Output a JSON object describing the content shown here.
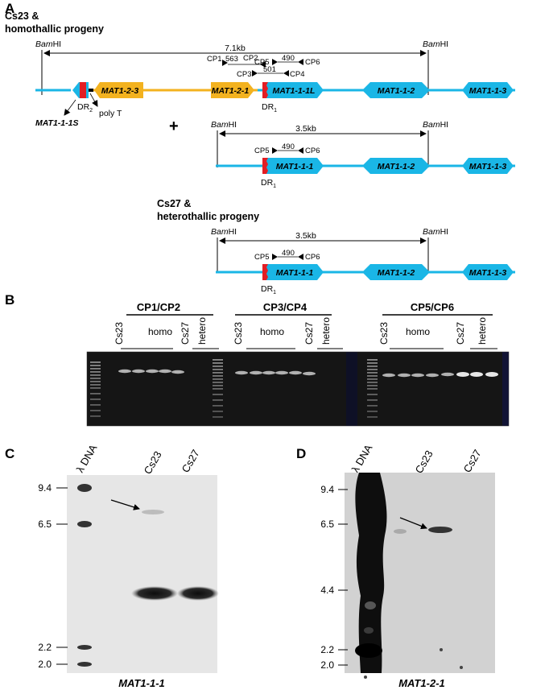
{
  "panelA": {
    "letter": "A",
    "strain1": {
      "line1": "Cs23 &",
      "line2": "homothallic progeny"
    },
    "strain2": {
      "line1": "Cs27 &",
      "line2": "heterothallic progeny"
    },
    "bam": "Bam",
    "hi": "HI",
    "size_long": "7.1kb",
    "size_short": "3.5kb",
    "plus": "+",
    "genes": {
      "mat123": "MAT1-2-3",
      "mat121": "MAT1-2-1",
      "mat111L": "MAT1-1-1L",
      "mat112": "MAT1-1-2",
      "mat113": "MAT1-1-3",
      "mat111": "MAT1-1-1",
      "mat111S": "MAT1-1-1S"
    },
    "dr2": "DR",
    "dr2_sub": "2",
    "dr1": "DR",
    "dr1_sub": "1",
    "polyT": "poly T",
    "primers": {
      "cp1": "CP1",
      "cp2": "CP2",
      "cp3": "CP3",
      "cp4": "CP4",
      "cp5": "CP5",
      "cp6": "CP6",
      "p563": "563",
      "p501": "501",
      "p490": "490"
    },
    "colors": {
      "blue": "#1ab6e6",
      "orange": "#f3b21f",
      "red": "#e31e24"
    }
  },
  "panelB": {
    "letter": "B",
    "groups": [
      "CP1/CP2",
      "CP3/CP4",
      "CP5/CP6"
    ],
    "lanes": [
      "Cs23",
      "homo",
      "Cs27",
      "hetero"
    ]
  },
  "panelC": {
    "letter": "C",
    "ladder_label": "λ DNA",
    "lane1": "Cs23",
    "lane2": "Cs27",
    "sizes": [
      "9.4",
      "6.5",
      "2.2",
      "2.0"
    ],
    "probe": "MAT1-1-1"
  },
  "panelD": {
    "letter": "D",
    "ladder_label": "λ DNA",
    "lane1": "Cs23",
    "lane2": "Cs27",
    "sizes": [
      "9.4",
      "6.5",
      "4.4",
      "2.2",
      "2.0"
    ],
    "probe": "MAT1-2-1"
  }
}
